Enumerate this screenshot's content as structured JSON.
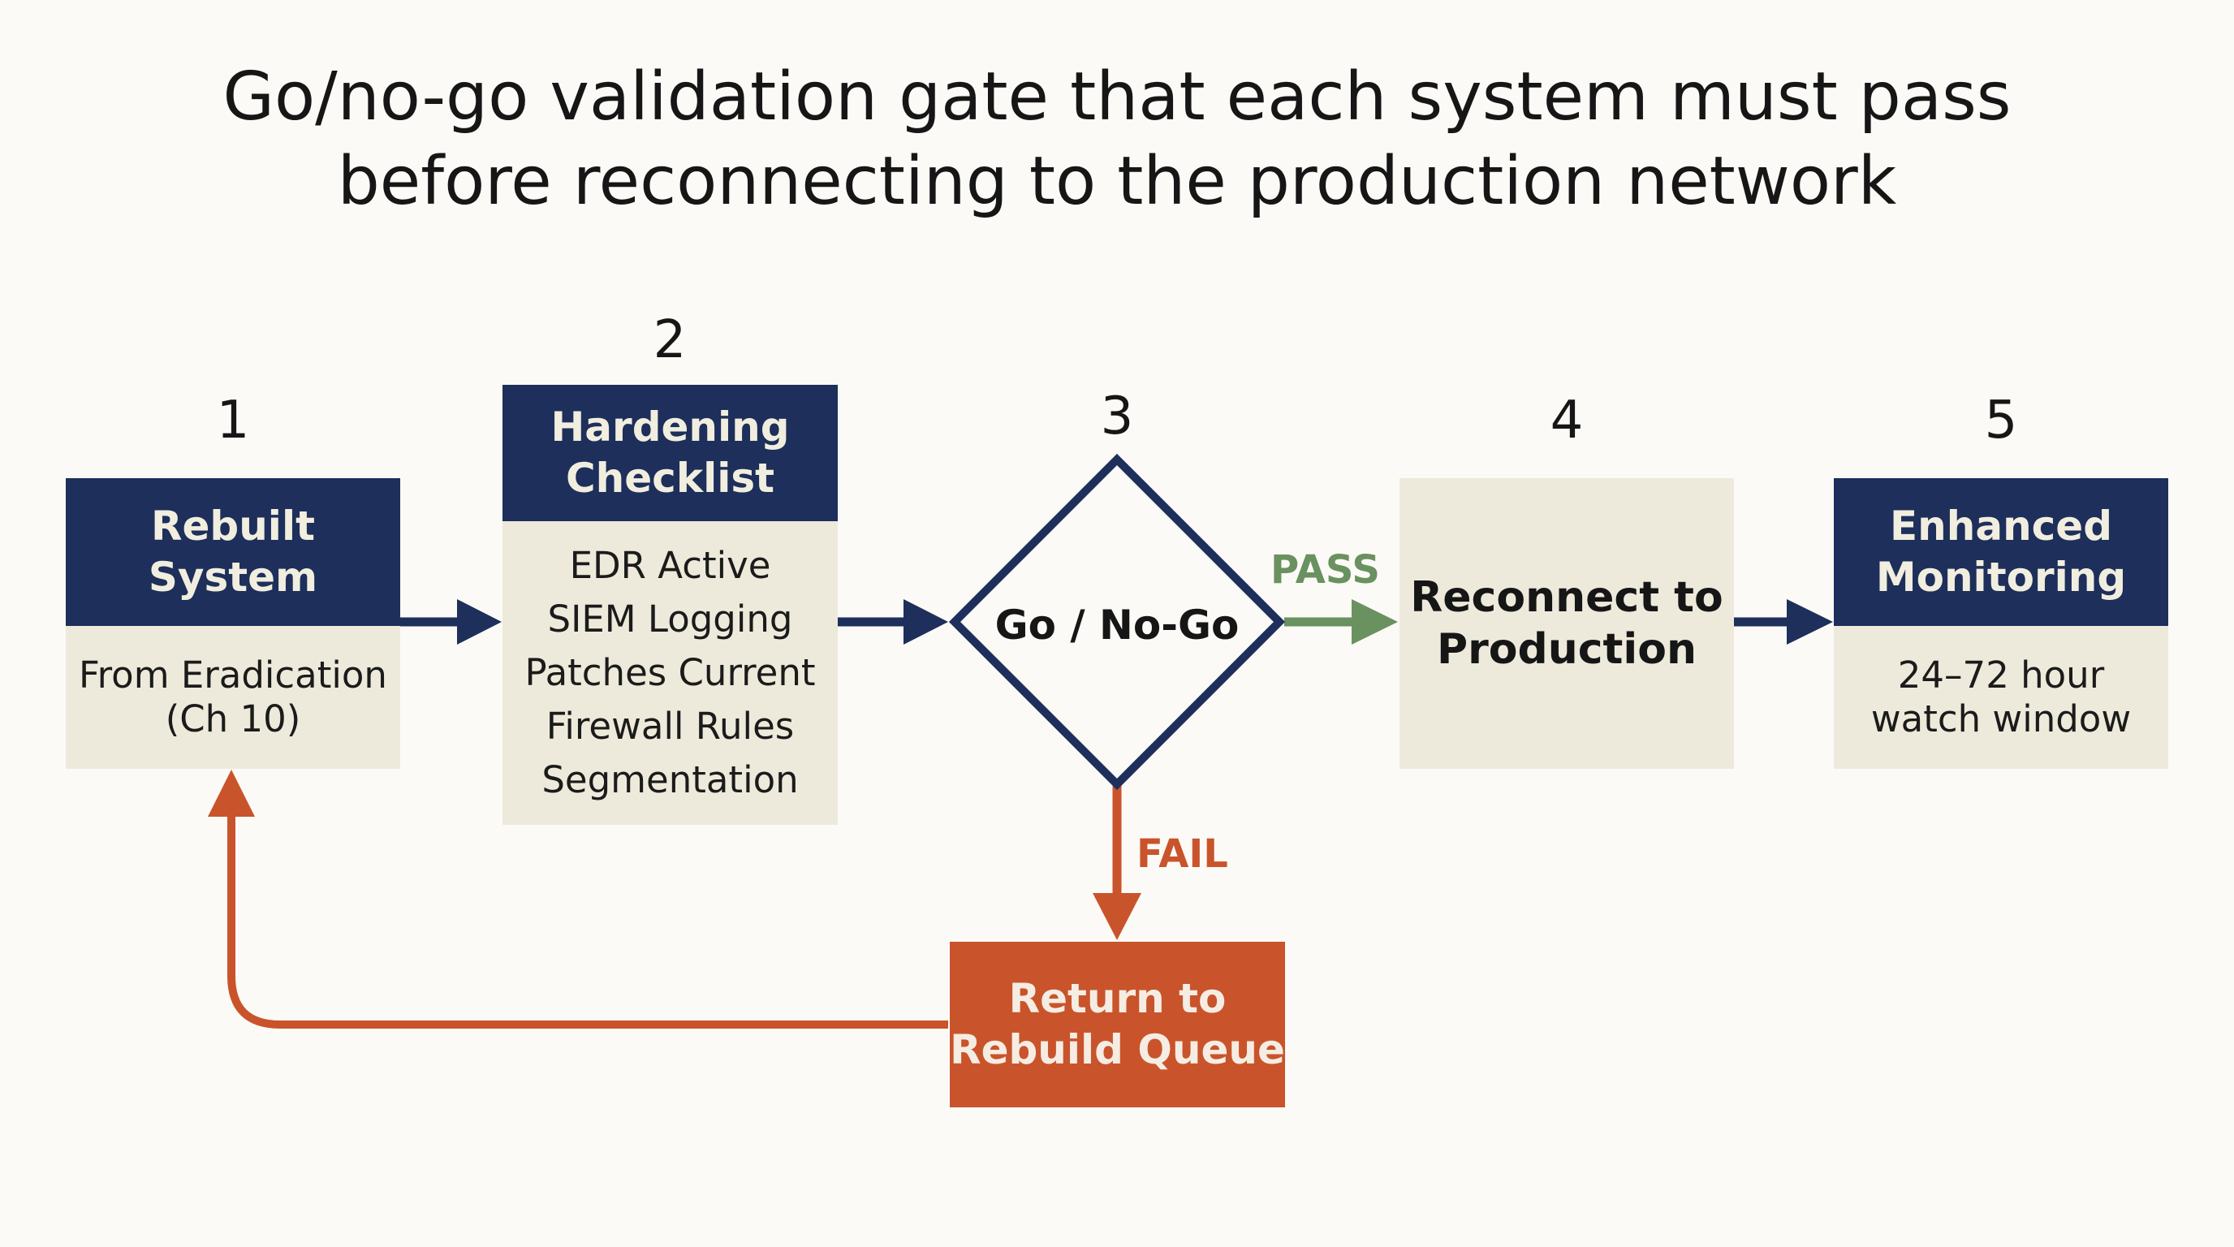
{
  "title": {
    "line1": "Go/no-go  validation gate that each system must pass",
    "line2": "before reconnecting to the production network"
  },
  "steps": [
    {
      "number": "1",
      "header": [
        "Rebuilt",
        "System"
      ],
      "body": [
        "From Eradication",
        "(Ch 10)"
      ]
    },
    {
      "number": "2",
      "header": [
        "Hardening",
        "Checklist"
      ],
      "body": [
        "EDR Active",
        "SIEM Logging",
        "Patches Current",
        "Firewall Rules",
        "Segmentation"
      ]
    },
    {
      "number": "3",
      "label": "Go / No-Go"
    },
    {
      "number": "4",
      "label": [
        "Reconnect to",
        "Production"
      ]
    },
    {
      "number": "5",
      "header": [
        "Enhanced",
        "Monitoring"
      ],
      "body": [
        "24–72 hour",
        "watch window"
      ]
    }
  ],
  "decision": {
    "pass_label": "PASS",
    "fail_label": "FAIL",
    "fail_box": [
      "Return to",
      "Rebuild Queue"
    ]
  },
  "colors": {
    "navy": "#1d2f5a",
    "cream": "#eeeadb",
    "pass_green": "#6a9160",
    "fail_orange": "#c9542b"
  }
}
